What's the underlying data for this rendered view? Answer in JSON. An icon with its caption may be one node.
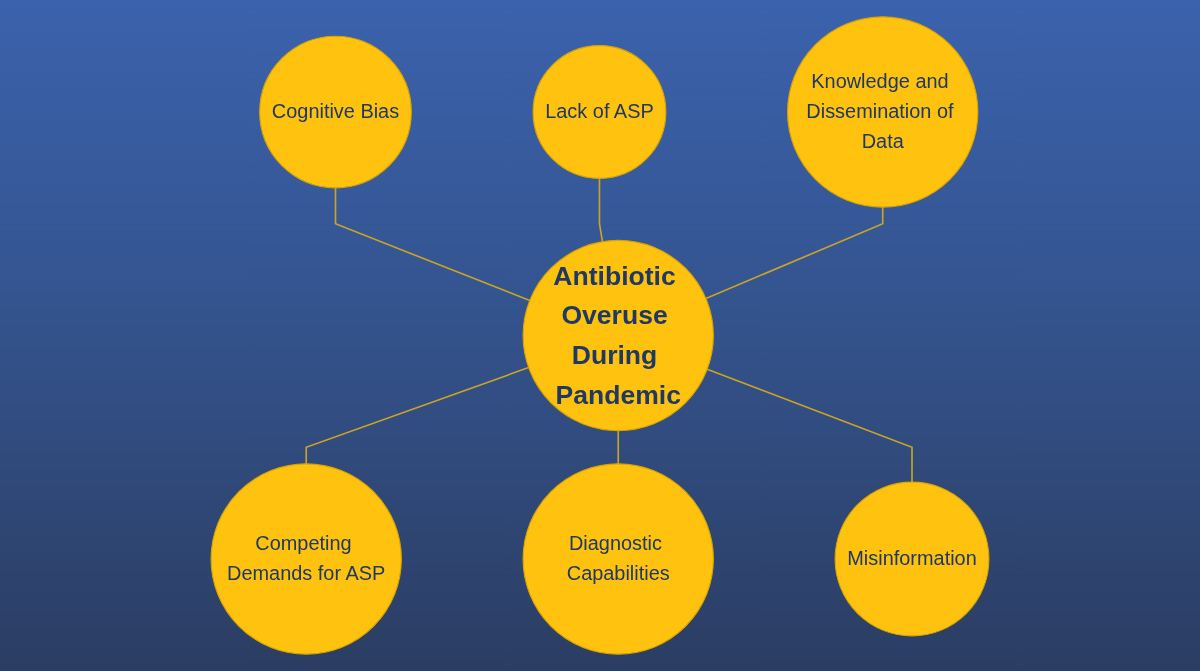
{
  "diagram": {
    "nodes": [
      {
        "text": [
          "Lack of ASP"
        ]
      },
      {
        "text": [
          "Cognitive Bias"
        ]
      },
      {
        "text": [
          "Knowledge and Dissemination of Data"
        ]
      },
      {
        "text": [
          "Antibiotic Overuse During Pandemic"
        ]
      },
      {
        "text": [
          "Competing Demands for ASP"
        ]
      },
      {
        "text": [
          "Misinformation"
        ]
      },
      {
        "text": [
          "Diagnostic Capabilities"
        ]
      }
    ],
    "edges": [
      {
        "from": 1,
        "to": 3,
        "arrow": "none"
      },
      {
        "from": 0,
        "to": 3,
        "arrow": "none"
      },
      {
        "from": 2,
        "to": 3,
        "arrow": "none"
      },
      {
        "from": 3,
        "to": 4,
        "arrow": "none"
      },
      {
        "from": 3,
        "to": 6,
        "arrow": "none"
      },
      {
        "from": 3,
        "to": 5,
        "arrow": "none"
      }
    ]
  }
}
